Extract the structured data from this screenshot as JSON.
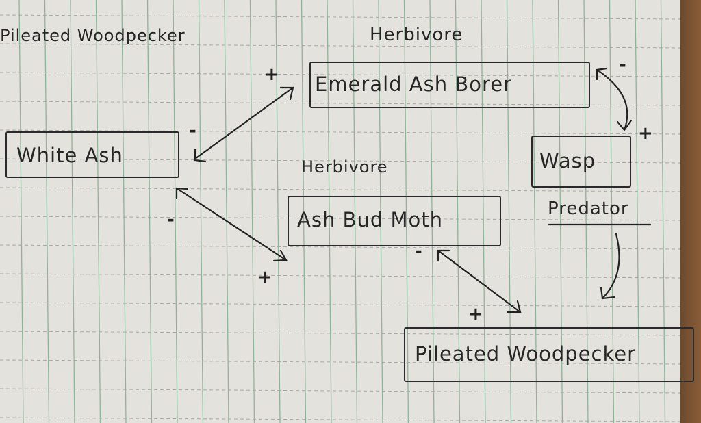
{
  "title_note": "Pileated Woodpecker",
  "labels": {
    "herbivore_top": "Herbivore",
    "herbivore_mid": "Herbivore",
    "predator": "Predator"
  },
  "nodes": {
    "emerald_ash_borer": "Emerald Ash Borer",
    "white_ash": "White Ash",
    "ash_bud_moth": "Ash Bud Moth",
    "wasp": "Wasp",
    "pileated_woodpecker": "Pileated Woodpecker"
  },
  "signs": {
    "borer_from_ash": "+",
    "ash_from_borer": "-",
    "borer_from_wasp": "-",
    "wasp_from_borer": "+",
    "ash_from_moth": "-",
    "moth_from_ash": "+",
    "moth_from_woodpecker": "-",
    "woodpecker_from_moth": "+"
  }
}
